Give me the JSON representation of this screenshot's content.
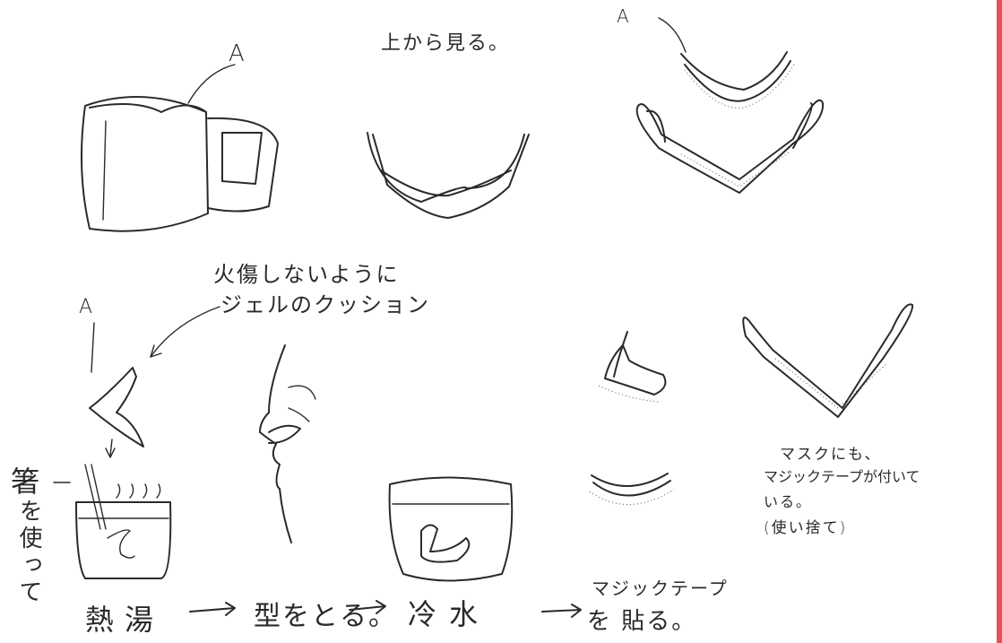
{
  "notes": {
    "label_a_top": "A",
    "label_a_right": "A",
    "label_a_left": "A",
    "view_from_above": "上から見る。",
    "burn_note_line1": "火傷しないように",
    "burn_note_line2": "ジェルのクッション",
    "chopsticks": "箸",
    "use_vertical": "を使って",
    "mask_note_line1": "マスクにも、",
    "mask_note_line2": "マジックテープが付いて",
    "mask_note_line3": "いる。",
    "mask_note_line4": "(使い捨て)"
  },
  "process": {
    "step1": "熱湯",
    "arrow1": "→",
    "step2": "型をとる。",
    "arrow2": "→",
    "step3": "冷水",
    "arrow3": "→",
    "step4_line1": "マジックテープ",
    "step4_line2": "を 貼る。"
  },
  "colors": {
    "ink": "#2a2a2a",
    "paper": "#ffffff",
    "edge": "#e8505b"
  }
}
